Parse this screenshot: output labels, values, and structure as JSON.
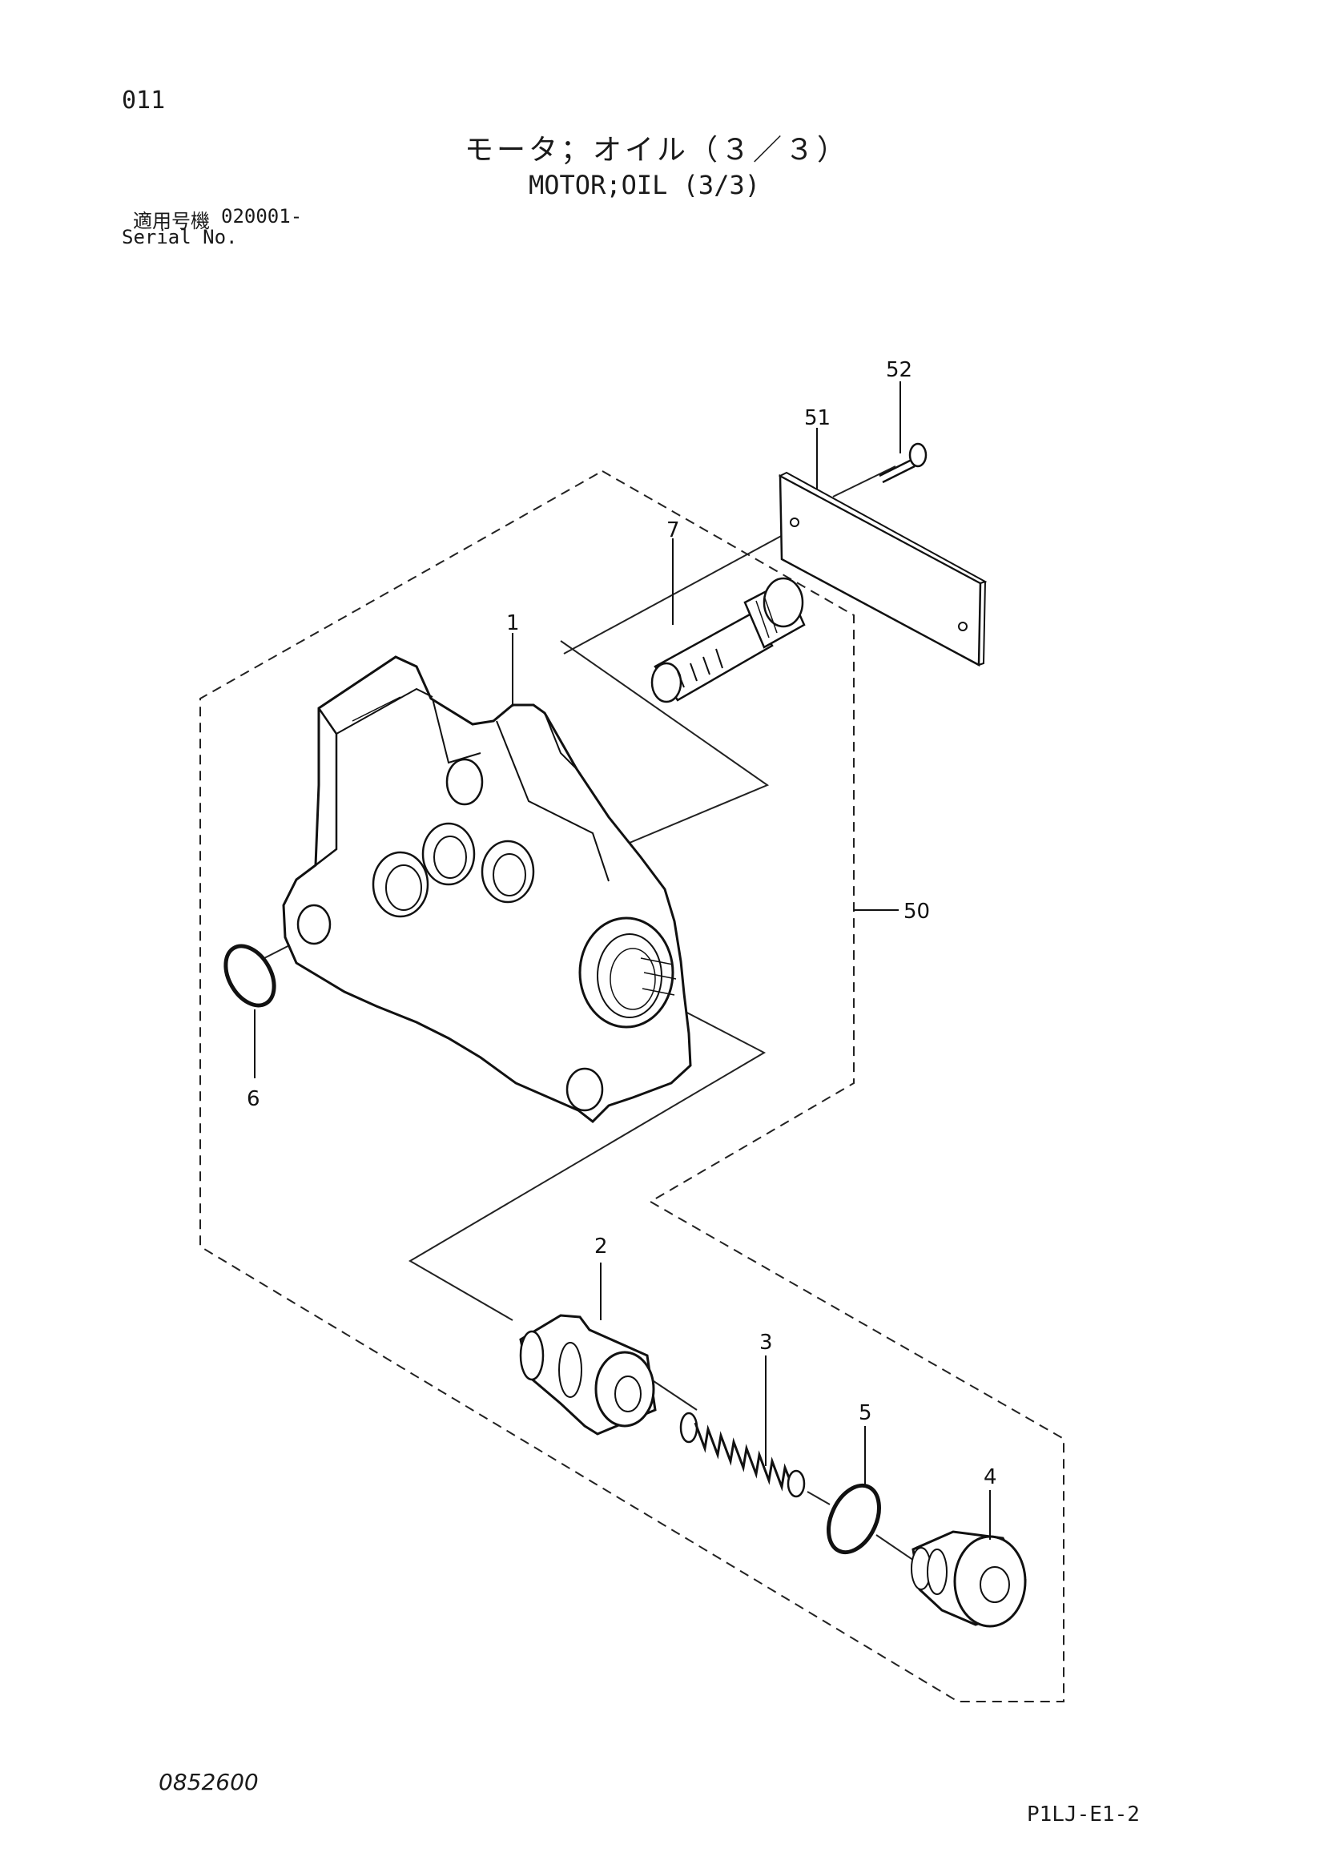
{
  "header": {
    "page_number": "011",
    "title_jp": "モータ；オイル（３／３）",
    "title_en": "MOTOR;OIL (3/3)",
    "serial_label_jp": "適用号機",
    "serial_range": "020001-",
    "serial_label_en": "Serial No."
  },
  "diagram": {
    "callouts": {
      "part_1": "1",
      "part_2": "2",
      "part_3": "3",
      "part_4": "4",
      "part_5": "5",
      "part_6": "6",
      "part_7": "7",
      "part_50": "50",
      "part_51": "51",
      "part_52": "52"
    }
  },
  "footer": {
    "drawing_number": "0852600",
    "page_code": "P1LJ-E1-2"
  }
}
